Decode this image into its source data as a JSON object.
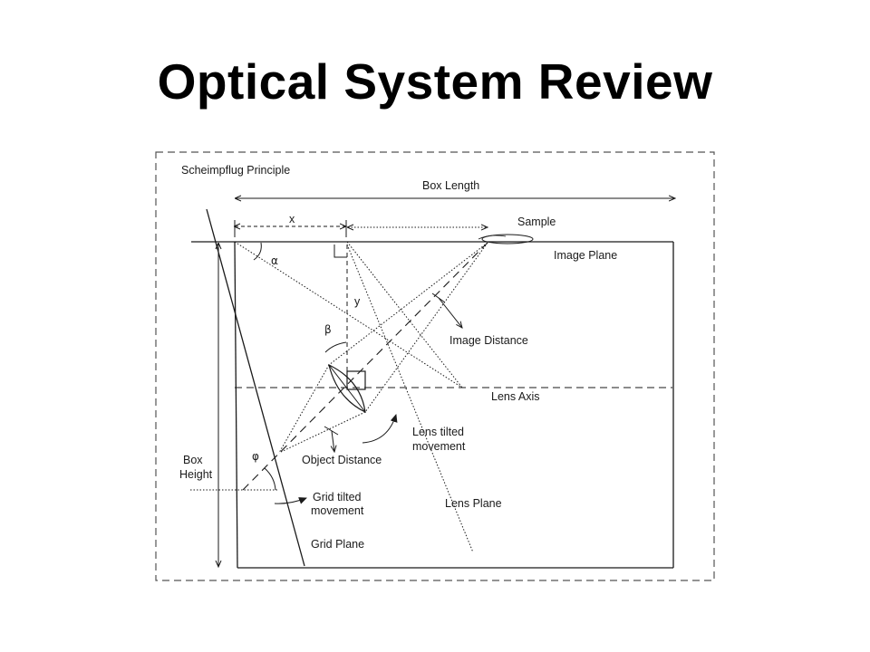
{
  "slide": {
    "title": "Optical System Review"
  },
  "diagram": {
    "heading": "Scheimpflug Principle",
    "labels": {
      "box_length": "Box Length",
      "x": "x",
      "sample": "Sample",
      "image_plane": "Image Plane",
      "alpha": "α",
      "y": "y",
      "beta": "β",
      "image_distance": "Image Distance",
      "lens_axis": "Lens Axis",
      "lens_tilted_1": "Lens tilted",
      "lens_tilted_2": "movement",
      "object_distance": "Object Distance",
      "box_height_1": "Box",
      "box_height_2": "Height",
      "phi": "φ",
      "grid_tilted_1": "Grid tilted",
      "grid_tilted_2": "movement",
      "lens_plane": "Lens Plane",
      "grid_plane": "Grid Plane"
    },
    "line_color": "#1a1a1a",
    "frame_color": "#555555"
  }
}
